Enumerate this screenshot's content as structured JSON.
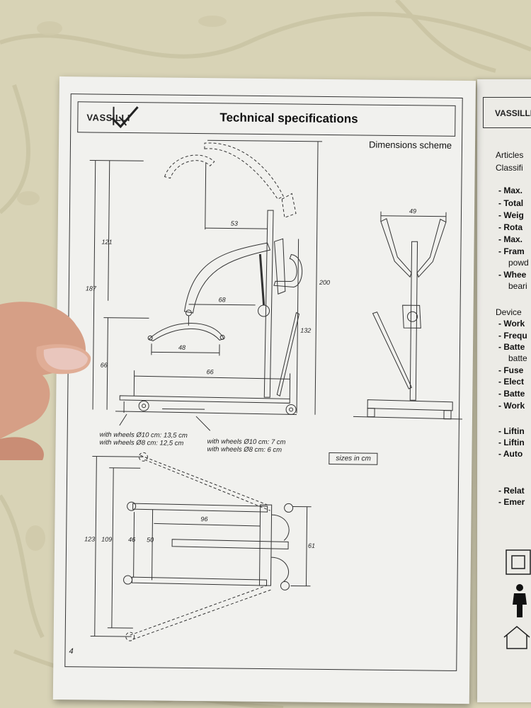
{
  "brand": {
    "logo_text": "VASSILLI"
  },
  "page": {
    "title": "Technical specifications",
    "subtitle": "Dimensions scheme",
    "page_number": "4",
    "sizes_note": "sizes in cm"
  },
  "dimensions": {
    "d53": "53",
    "d121": "121",
    "d187": "187",
    "d200": "200",
    "d132": "132",
    "d68": "68",
    "d48": "48",
    "d66v": "66",
    "d66h": "66",
    "d49": "49",
    "d96": "96",
    "d123": "123",
    "d109": "109",
    "d46": "46",
    "d50": "50",
    "d61": "61"
  },
  "wheel_notes": {
    "left_line1": "with wheels Ø10 cm: 13,5 cm",
    "left_line2": "with wheels Ø8 cm: 12,5 cm",
    "right_line1": "with wheels Ø10 cm: 7 cm",
    "right_line2": "with wheels Ø8 cm: 6 cm"
  },
  "right_page": {
    "logo_text": "VASSILLI",
    "lines": [
      "Articles",
      "Classifi",
      "- Max.",
      "- Total",
      "- Weig",
      "- Rota",
      "- Max.",
      "- Fram",
      "powd",
      "- Whee",
      "beari",
      "Device",
      "- Work",
      "- Frequ",
      "- Batte",
      "batte",
      "- Fuse",
      "- Elect",
      "- Batte",
      "- Work",
      "- Liftin",
      "- Liftin",
      "- Auto",
      "- Relat",
      "- Emer"
    ]
  }
}
